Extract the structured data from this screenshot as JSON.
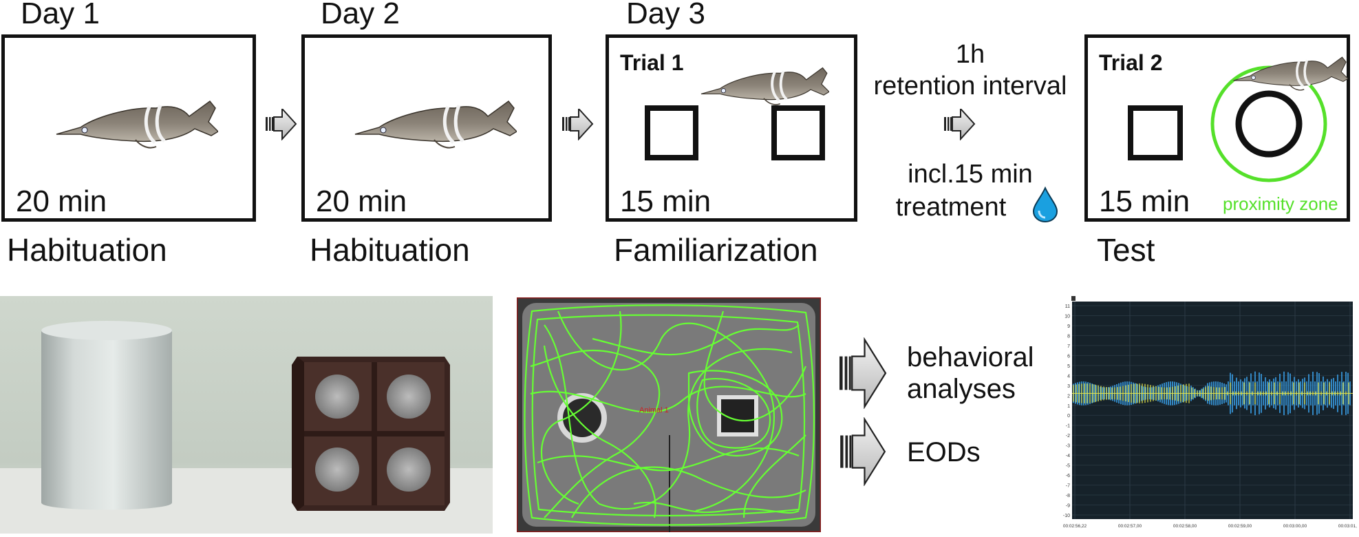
{
  "days": [
    {
      "label": "Day 1",
      "duration": "20 min",
      "phase": "Habituation"
    },
    {
      "label": "Day 2",
      "duration": "20 min",
      "phase": "Habituation"
    },
    {
      "label": "Day 3",
      "duration": "15 min",
      "phase": "Familiarization",
      "trial": "Trial 1"
    }
  ],
  "interval": {
    "line1": "1h",
    "line2": "retention interval",
    "line3": "incl.15 min",
    "line4": "treatment"
  },
  "test": {
    "trial": "Trial 2",
    "duration": "15 min",
    "phase": "Test",
    "zone_label": "proximity zone"
  },
  "outputs": {
    "behavioral_line1": "behavioral",
    "behavioral_line2": "analyses",
    "eods": "EODs"
  },
  "tracking": {
    "animal_label": "Animal 1"
  },
  "eod_plot": {
    "y_ticks": [
      "11",
      "10",
      "9",
      "8",
      "7",
      "6",
      "5",
      "4",
      "3",
      "2",
      "1",
      "0",
      "-1",
      "-2",
      "-3",
      "-4",
      "-5",
      "-6",
      "-7",
      "-8",
      "-9",
      "-10"
    ],
    "x_ticks": [
      "00:02:56,22",
      "00:02:57,00",
      "00:02:58,00",
      "00:02:59,00",
      "00:03:00,00",
      "00:03:01,01"
    ]
  },
  "colors": {
    "proximity": "#55e02a",
    "track": "#66ff33",
    "eod_blue": "#3aa0e8",
    "eod_yellow": "#e8e84a",
    "drop": "#1aa0e0"
  }
}
